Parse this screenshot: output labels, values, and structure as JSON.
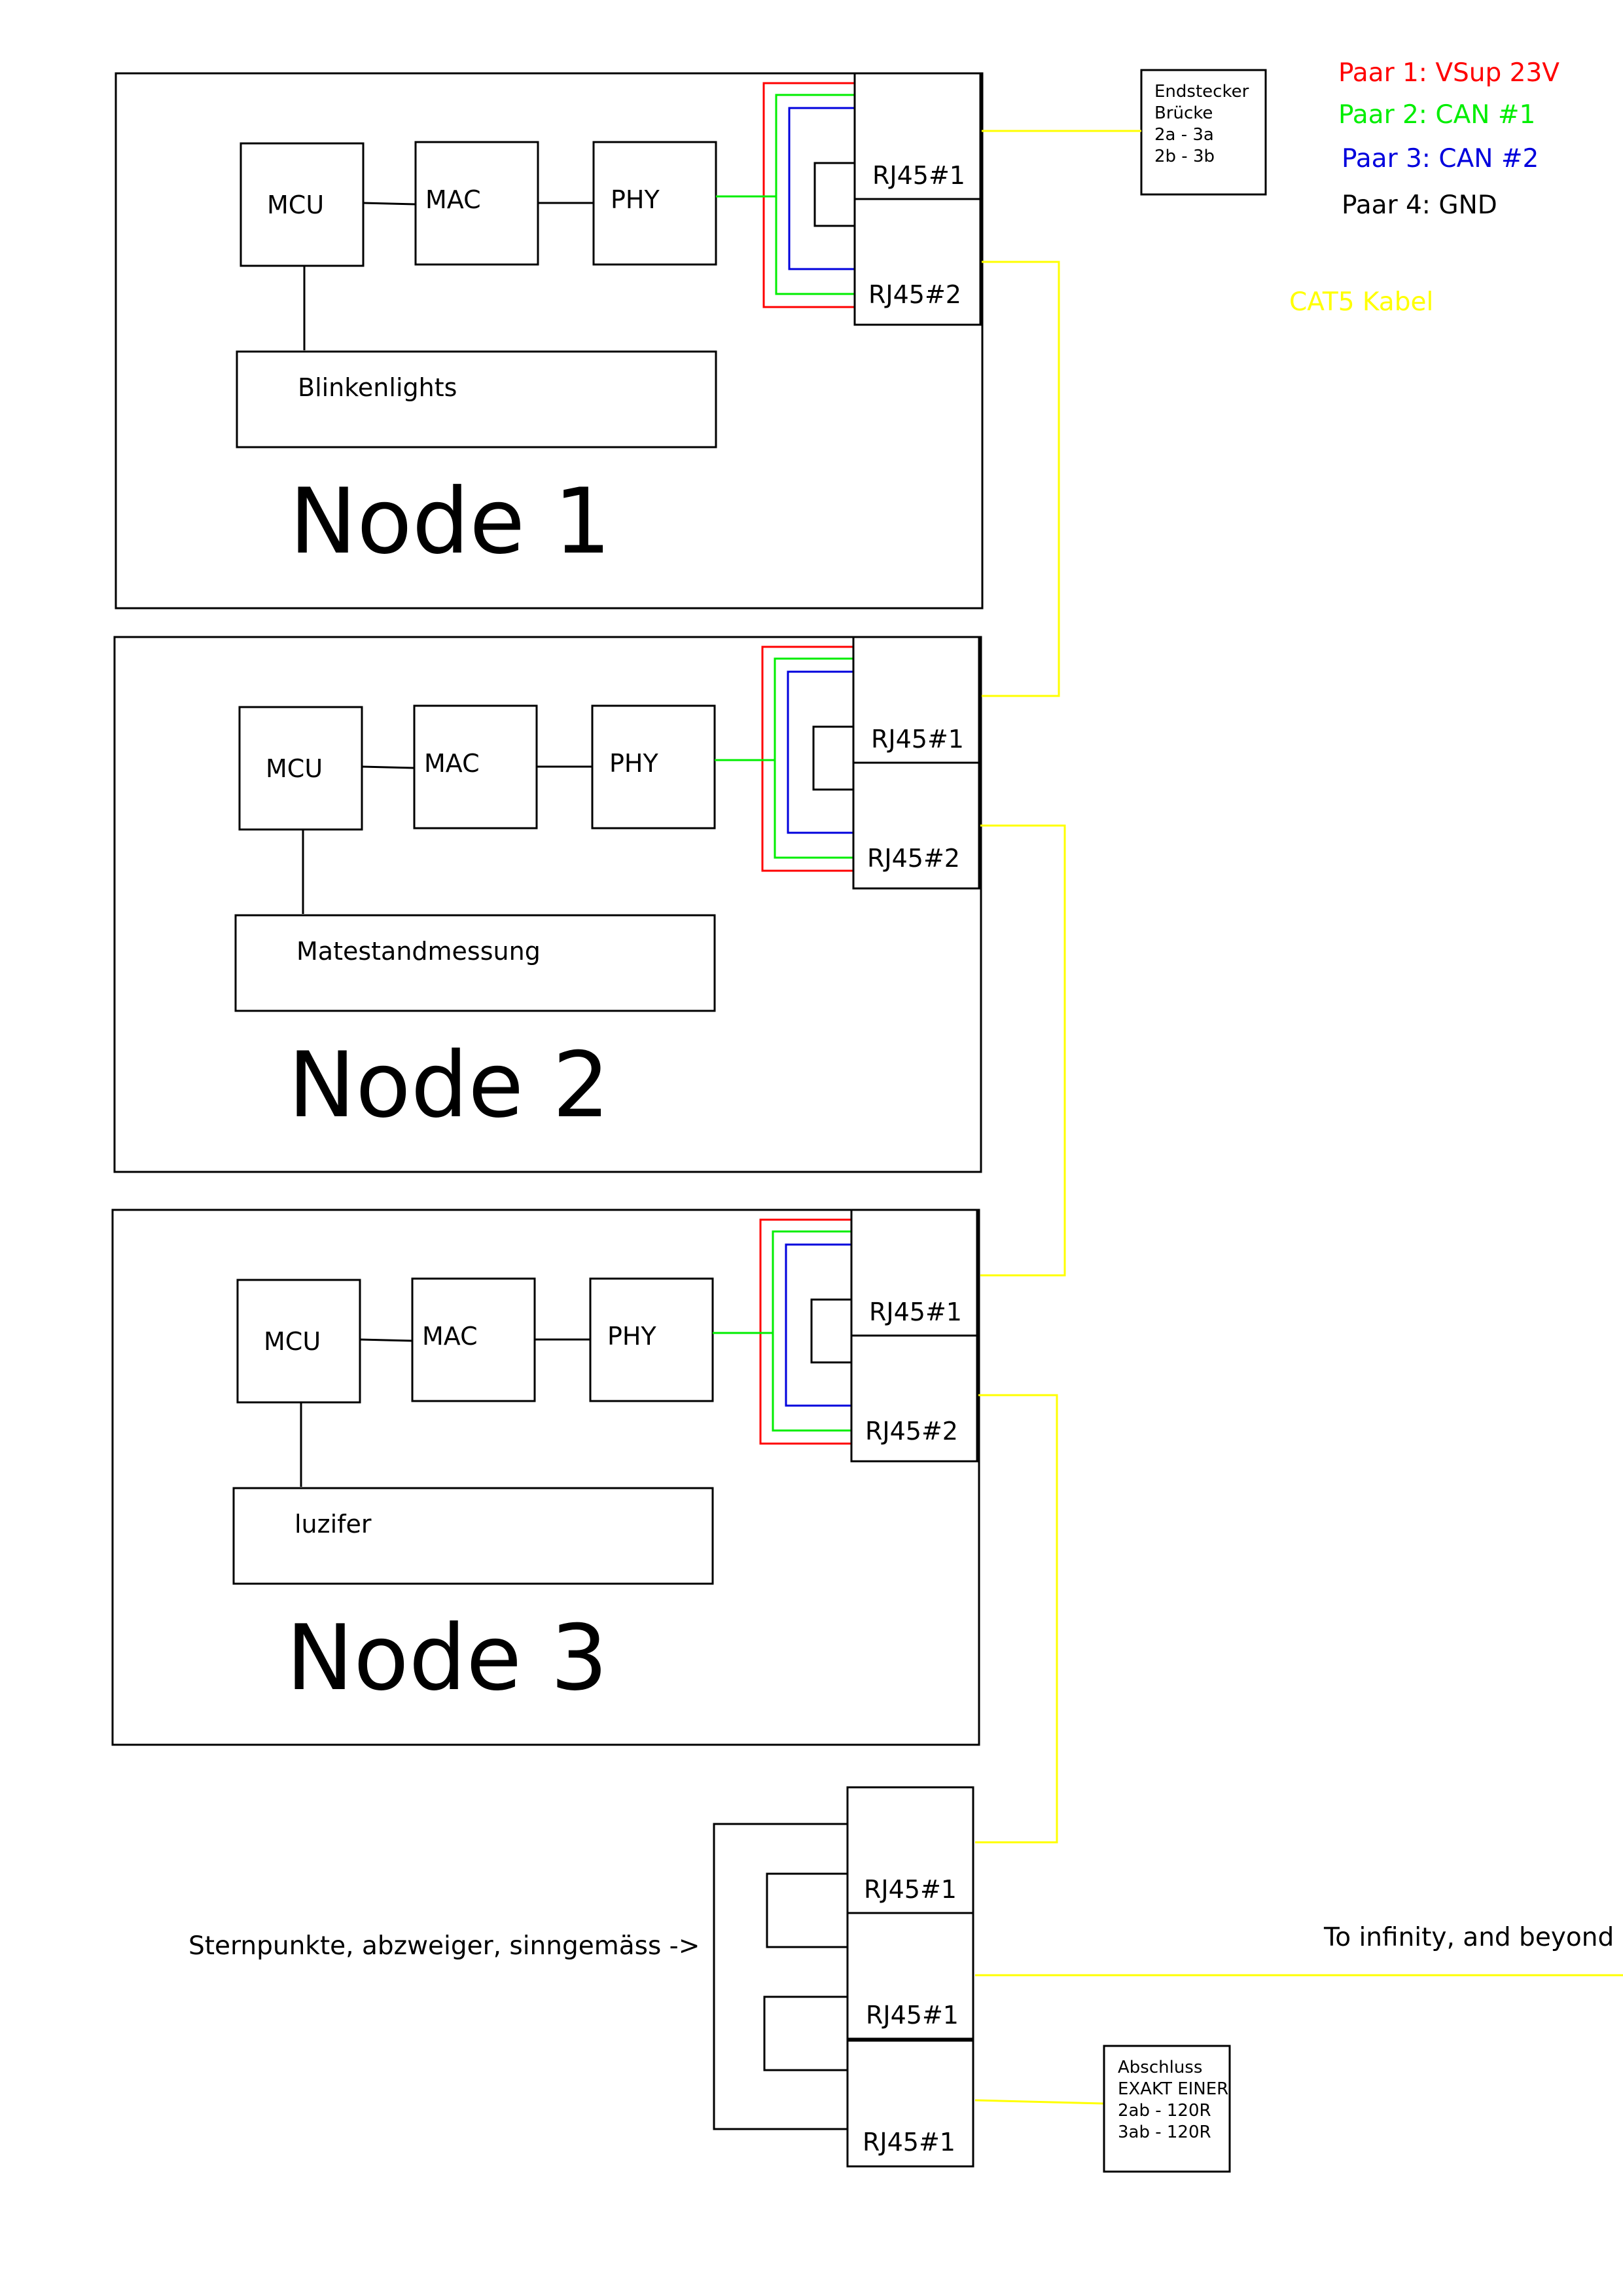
{
  "legend": {
    "pair1": "Paar 1: VSup 23V",
    "pair2": "Paar 2: CAN #1",
    "pair3": "Paar 3: CAN #2",
    "pair4": "Paar 4: GND",
    "cable": "CAT5 Kabel"
  },
  "colors": {
    "pair1": "#ff0000",
    "pair2": "#00ee00",
    "pair3": "#0000dd",
    "pair4": "#000000",
    "cable": "#ffff00"
  },
  "components": {
    "mcu": "MCU",
    "mac": "MAC",
    "phy": "PHY",
    "port1": "RJ45#1",
    "port2": "RJ45#2"
  },
  "nodes": [
    {
      "title": "Node 1",
      "peripheral": "Blinkenlights"
    },
    {
      "title": "Node 2",
      "peripheral": "Matestandmessung"
    },
    {
      "title": "Node 3",
      "peripheral": "luzifer"
    }
  ],
  "endstecker": {
    "lines": [
      "Endstecker",
      "Brücke",
      "2a - 3a",
      "2b - 3b"
    ]
  },
  "star": {
    "label": "Sternpunkte, abzweiger, sinngemäss ->",
    "ports": [
      "RJ45#1",
      "RJ45#1",
      "RJ45#1"
    ]
  },
  "infinity": "To infinity, and beyond",
  "abschluss": {
    "lines": [
      "Abschluss",
      "EXAKT EINER",
      "2ab - 120R",
      "3ab - 120R"
    ]
  }
}
